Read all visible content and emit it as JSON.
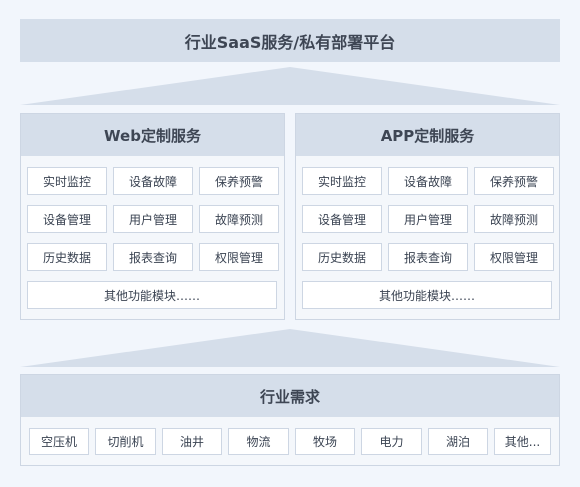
{
  "top_bar": {
    "title": "行业SaaS服务/私有部署平台"
  },
  "web": {
    "title": "Web定制服务",
    "items": [
      "实时监控",
      "设备故障",
      "保养预警",
      "设备管理",
      "用户管理",
      "故障预测",
      "历史数据",
      "报表查询",
      "权限管理"
    ],
    "more": "其他功能模块……"
  },
  "app": {
    "title": "APP定制服务",
    "items": [
      "实时监控",
      "设备故障",
      "保养预警",
      "设备管理",
      "用户管理",
      "故障预测",
      "历史数据",
      "报表查询",
      "权限管理"
    ],
    "more": "其他功能模块……"
  },
  "industry": {
    "title": "行业需求",
    "items": [
      "空压机",
      "切削机",
      "油井",
      "物流",
      "牧场",
      "电力",
      "湖泊",
      "其他..."
    ]
  }
}
